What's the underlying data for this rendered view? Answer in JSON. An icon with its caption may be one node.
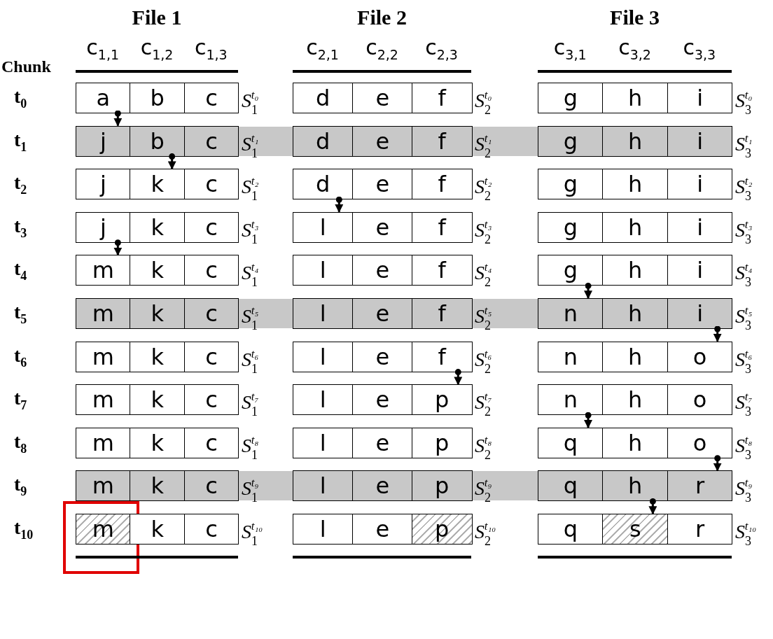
{
  "diagram": {
    "nodes": [
      {
        "text": [
          "a"
        ]
      },
      {
        "text": [
          "b"
        ]
      },
      {
        "text": [
          "c"
        ],
        "beside": [
          "S$_{1}$$^{t₀}$"
        ]
      },
      {
        "text": [
          "d"
        ]
      },
      {
        "text": [
          "e"
        ]
      },
      {
        "text": [
          "f"
        ],
        "beside": [
          "S$_{2}$$^{t₀}$"
        ]
      },
      {
        "text": [
          "g"
        ]
      },
      {
        "text": [
          "h"
        ]
      },
      {
        "text": [
          "i"
        ],
        "beside": [
          "S$_{3}$$^{t₀}$"
        ]
      },
      {
        "text": [
          "j"
        ]
      },
      {
        "text": [
          "b"
        ]
      },
      {
        "text": [
          "c"
        ],
        "beside": [
          "S$_{1}$$^{t₁}$"
        ]
      },
      {
        "text": [
          "d"
        ]
      },
      {
        "text": [
          "e"
        ]
      },
      {
        "text": [
          "f"
        ],
        "beside": [
          "S$_{2}$$^{t₁}$"
        ]
      },
      {
        "text": [
          "g"
        ]
      },
      {
        "text": [
          "h"
        ]
      },
      {
        "text": [
          "i"
        ],
        "beside": [
          "S$_{3}$$^{t₁}$"
        ]
      },
      {
        "text": [
          "j"
        ]
      },
      {
        "text": [
          "k"
        ]
      },
      {
        "text": [
          "c"
        ],
        "beside": [
          "S$_{1}$$^{t₂}$"
        ]
      },
      {
        "text": [
          "d"
        ]
      },
      {
        "text": [
          "e"
        ]
      },
      {
        "text": [
          "f"
        ],
        "beside": [
          "S$_{2}$$^{t₂}$"
        ]
      },
      {
        "text": [
          "g"
        ]
      },
      {
        "text": [
          "h"
        ]
      },
      {
        "text": [
          "i"
        ],
        "beside": [
          "S$_{3}$$^{t₂}$"
        ]
      },
      {
        "text": [
          "j"
        ]
      },
      {
        "text": [
          "k"
        ]
      },
      {
        "text": [
          "c"
        ],
        "beside": [
          "S$_{1}$$^{t₃}$"
        ]
      },
      {
        "text": [
          "l"
        ]
      },
      {
        "text": [
          "e"
        ]
      },
      {
        "text": [
          "f"
        ],
        "beside": [
          "S$_{2}$$^{t₃}$"
        ]
      },
      {
        "text": [
          "g"
        ]
      },
      {
        "text": [
          "h"
        ]
      },
      {
        "text": [
          "i"
        ],
        "beside": [
          "S$_{3}$$^{t₃}$"
        ]
      },
      {
        "text": [
          "m"
        ]
      },
      {
        "text": [
          "k"
        ]
      },
      {
        "text": [
          "c"
        ],
        "beside": [
          "S$_{1}$$^{t₄}$"
        ]
      },
      {
        "text": [
          "l"
        ]
      },
      {
        "text": [
          "e"
        ]
      },
      {
        "text": [
          "f"
        ],
        "beside": [
          "S$_{2}$$^{t₄}$"
        ]
      },
      {
        "text": [
          "g"
        ]
      },
      {
        "text": [
          "h"
        ]
      },
      {
        "text": [
          "i"
        ],
        "beside": [
          "S$_{3}$$^{t₄}$"
        ]
      },
      {
        "text": [
          "m"
        ]
      },
      {
        "text": [
          "k"
        ]
      },
      {
        "text": [
          "c"
        ],
        "beside": [
          "S$_{1}$$^{t₅}$"
        ]
      },
      {
        "text": [
          "l"
        ]
      },
      {
        "text": [
          "e"
        ]
      },
      {
        "text": [
          "f"
        ],
        "beside": [
          "S$_{2}$$^{t₅}$"
        ]
      },
      {
        "text": [
          "n"
        ]
      },
      {
        "text": [
          "h"
        ]
      },
      {
        "text": [
          "i"
        ],
        "beside": [
          "S$_{3}$$^{t₅}$"
        ]
      },
      {
        "text": [
          "m"
        ]
      },
      {
        "text": [
          "k"
        ]
      },
      {
        "text": [
          "c"
        ],
        "beside": [
          "S$_{1}$$^{t₆}$"
        ]
      },
      {
        "text": [
          "l"
        ]
      },
      {
        "text": [
          "e"
        ]
      },
      {
        "text": [
          "f"
        ],
        "beside": [
          "S$_{2}$$^{t₆}$"
        ]
      },
      {
        "text": [
          "n"
        ]
      },
      {
        "text": [
          "h"
        ]
      },
      {
        "text": [
          "o"
        ],
        "beside": [
          "S$_{3}$$^{t₆}$"
        ]
      },
      {
        "text": [
          "m"
        ]
      },
      {
        "text": [
          "k"
        ]
      },
      {
        "text": [
          "c"
        ],
        "beside": [
          "S$_{1}$$^{t₇}$"
        ]
      },
      {
        "text": [
          "l"
        ]
      },
      {
        "text": [
          "e"
        ]
      },
      {
        "text": [
          "p"
        ],
        "beside": [
          "S$_{2}$$^{t₇}$"
        ]
      },
      {
        "text": [
          "n"
        ]
      },
      {
        "text": [
          "h"
        ]
      },
      {
        "text": [
          "o"
        ],
        "beside": [
          "S$_{3}$$^{t₇}$"
        ]
      },
      {
        "text": [
          "m"
        ]
      },
      {
        "text": [
          "k"
        ]
      },
      {
        "text": [
          "c"
        ],
        "beside": [
          "S$_{1}$$^{t₈}$"
        ]
      },
      {
        "text": [
          "l"
        ]
      },
      {
        "text": [
          "e"
        ]
      },
      {
        "text": [
          "p"
        ],
        "beside": [
          "S$_{2}$$^{t₈}$"
        ]
      },
      {
        "text": [
          "q"
        ]
      },
      {
        "text": [
          "h"
        ]
      },
      {
        "text": [
          "o"
        ],
        "beside": [
          "S$_{3}$$^{t₈}$"
        ]
      },
      {
        "text": [
          "m"
        ]
      },
      {
        "text": [
          "k"
        ]
      },
      {
        "text": [
          "c"
        ],
        "beside": [
          "S$_{1}$$^{t₉}$"
        ]
      },
      {
        "text": [
          "l"
        ]
      },
      {
        "text": [
          "e"
        ]
      },
      {
        "text": [
          "p"
        ],
        "beside": [
          "S$_{2}$$^{t₉}$"
        ]
      },
      {
        "text": [
          "q"
        ]
      },
      {
        "text": [
          "h"
        ]
      },
      {
        "text": [
          "r"
        ],
        "beside": [
          "S$_{3}$$^{t₉}$"
        ]
      },
      {
        "text": [
          "m"
        ]
      },
      {
        "text": [
          "k"
        ]
      },
      {
        "text": [
          "c"
        ],
        "beside": [
          "S$_{1}$$^{t₁₀}$"
        ]
      },
      {
        "text": [
          "l"
        ]
      },
      {
        "text": [
          "e"
        ]
      },
      {
        "text": [
          "p"
        ],
        "beside": [
          "S$_{2}$$^{t₁₀}$"
        ]
      },
      {
        "text": [
          "q"
        ]
      },
      {
        "text": [
          "s"
        ]
      },
      {
        "text": [
          "r"
        ],
        "beside": [
          "S$_{3}$$^{t₁₀}$"
        ]
      }
    ],
    "edges": [
      {
        "from": 0,
        "to": 9,
        "arrow": "to"
      },
      {
        "from": 10,
        "to": 19,
        "arrow": "to"
      },
      {
        "from": 21,
        "to": 30,
        "arrow": "to"
      },
      {
        "from": 27,
        "to": 36,
        "arrow": "to"
      },
      {
        "from": 42,
        "to": 51,
        "arrow": "to"
      },
      {
        "from": 53,
        "to": 62,
        "arrow": "to"
      },
      {
        "from": 59,
        "to": 68,
        "arrow": "to"
      },
      {
        "from": 69,
        "to": 78,
        "arrow": "to"
      },
      {
        "from": 80,
        "to": 89,
        "arrow": "to"
      },
      {
        "from": 88,
        "to": 97,
        "arrow": "to"
      }
    ],
    "labels": [
      "File 1",
      "File 2",
      "File 3",
      "c$_{1,1}$",
      "c$_{1,2}$",
      "c$_{1,3}$",
      "c$_{2,1}$",
      "c$_{2,2}$",
      "c$_{2,3}$",
      "c$_{3,1}$",
      "c$_{3,2}$",
      "c$_{3,3}$",
      "Chunk",
      "t$_{0}$",
      "t$_{1}$",
      "t$_{2}$",
      "t$_{3}$",
      "t$_{4}$",
      "t$_{5}$",
      "t$_{6}$",
      "t$_{7}$",
      "t$_{8}$",
      "t$_{9}$",
      "t$_{10}$"
    ]
  }
}
